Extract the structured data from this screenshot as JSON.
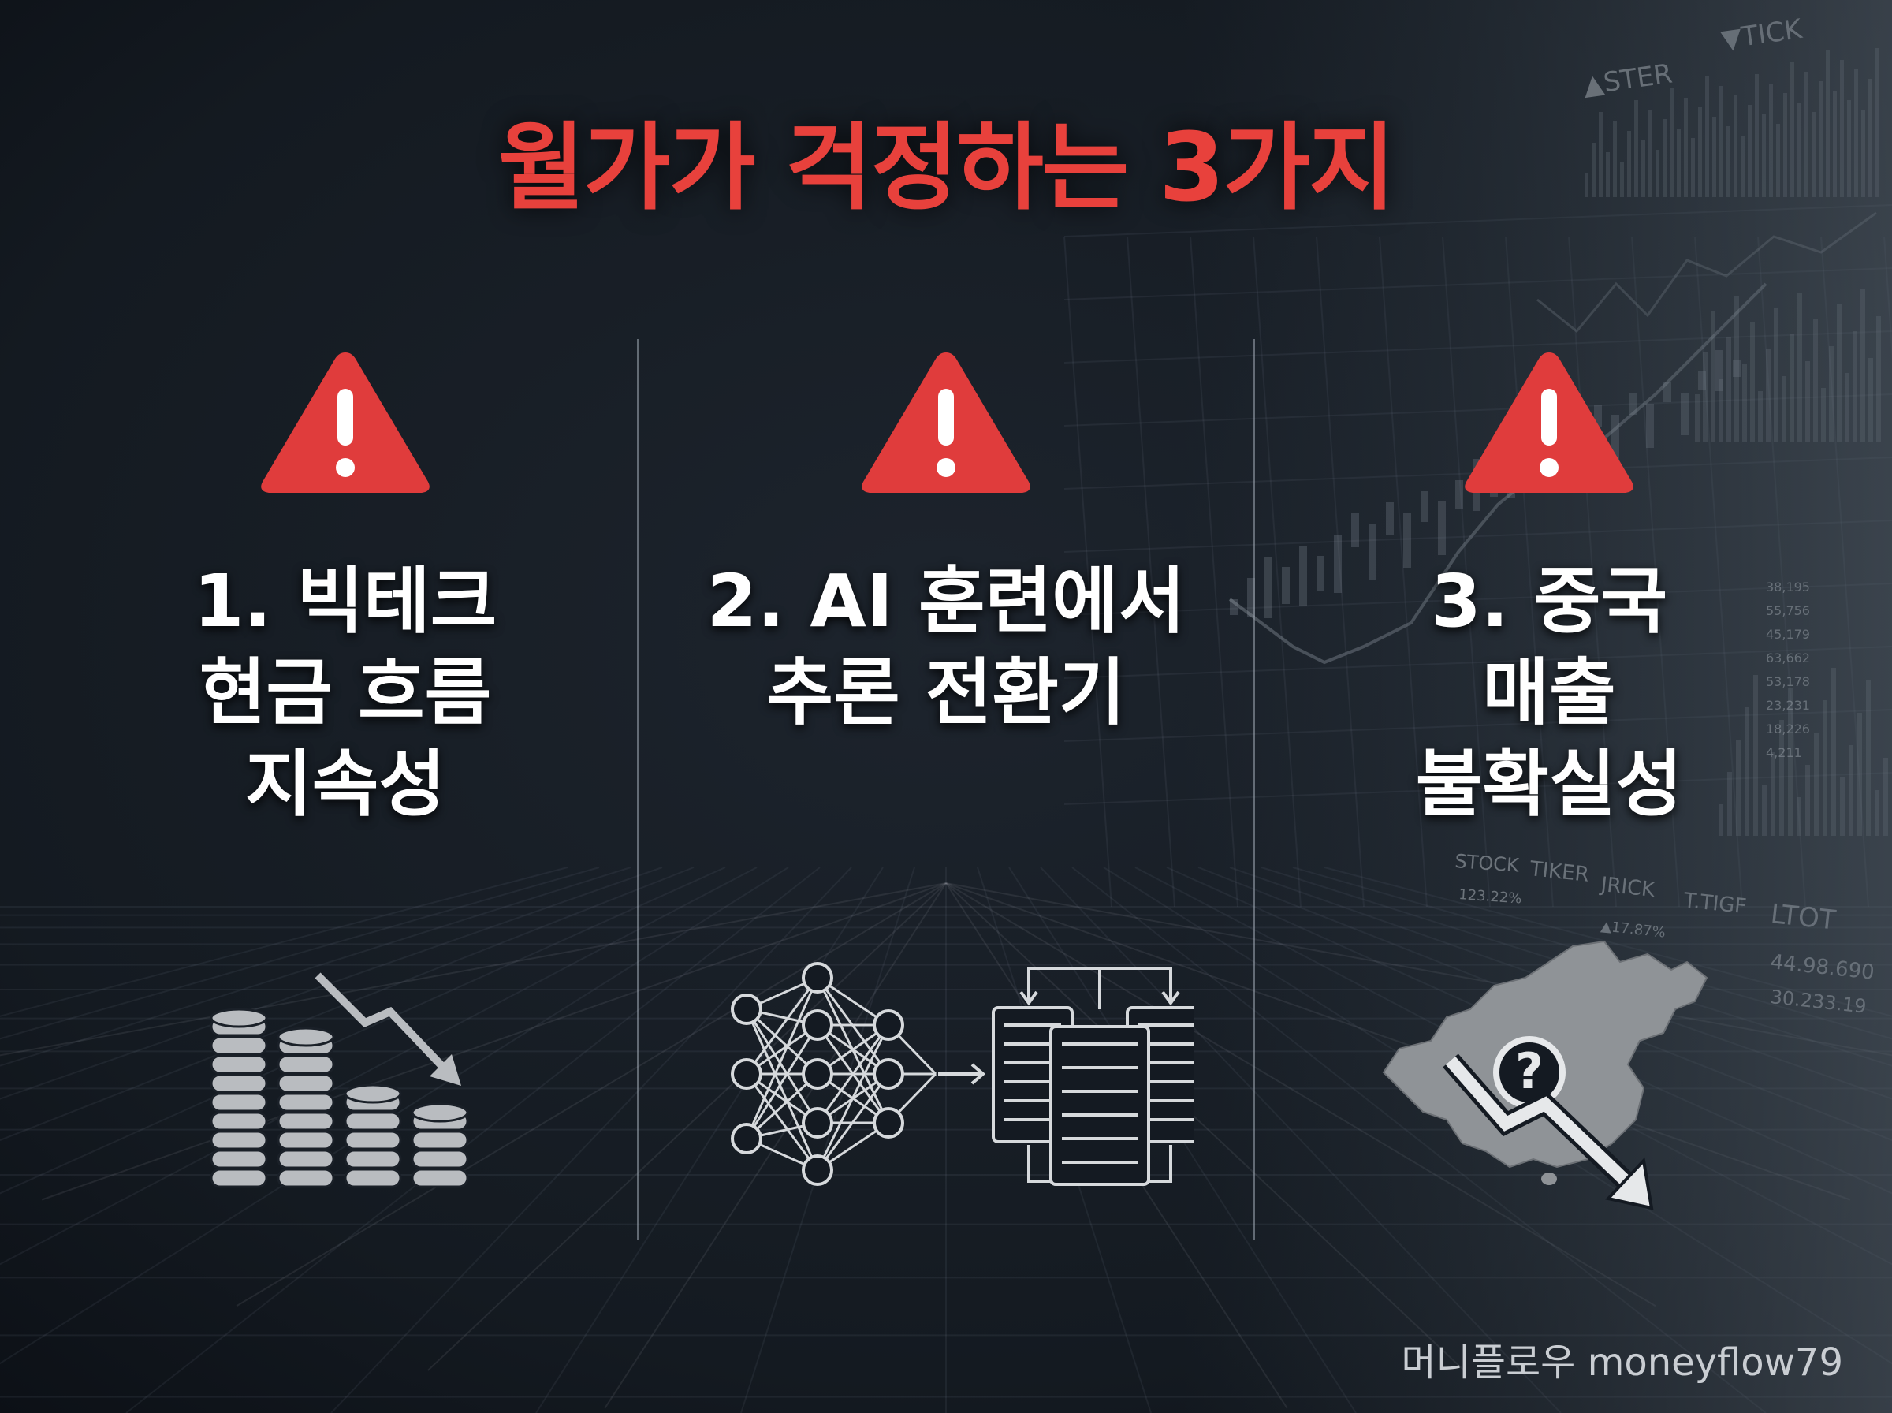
{
  "title": "월가가 걱정하는 3가지",
  "colors": {
    "title": "#e8413c",
    "warning": "#e03c3c",
    "text": "#ffffff",
    "icon": "#b9bcc0"
  },
  "background_ticker_labels": [
    "▲STER",
    "▼TICK",
    "STOCK",
    "TIKER",
    "JRICK",
    "T.TIGF",
    "LTOT",
    "123.22%",
    "▲17.87%",
    "44.98.690",
    "30.233.19"
  ],
  "background_numbers": [
    "38,195",
    "55,756",
    "45,179",
    "63,662",
    "53,178",
    "23,231",
    "18,226",
    "4,211"
  ],
  "columns": [
    {
      "icon": "warning-triangle-icon",
      "lines": [
        "1. 빅테크",
        "현금 흐름",
        "지속성"
      ],
      "illustration": "coin-stacks-declining-icon"
    },
    {
      "icon": "warning-triangle-icon",
      "lines": [
        "2. AI 훈련에서",
        "추론 전환기"
      ],
      "illustration": "neural-network-to-servers-icon"
    },
    {
      "icon": "warning-triangle-icon",
      "lines": [
        "3. 중국",
        "매출",
        "불확실성"
      ],
      "illustration": "china-map-decline-question-icon"
    }
  ],
  "watermark": "머니플로우 moneyflow79"
}
